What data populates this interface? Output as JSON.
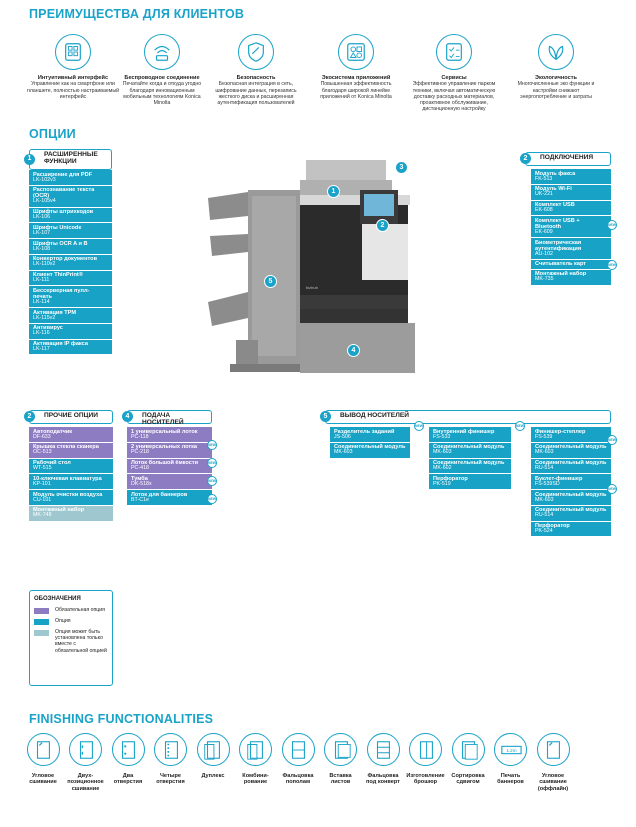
{
  "benefits": {
    "title": "ПРЕИМУЩЕСТВА ДЛЯ КЛИЕНТОВ",
    "items": [
      {
        "icon": "interface-icon",
        "title": "Интуитивный интерфейс",
        "desc": "Управление как на смартфоне или планшете, полностью настраиваемый интерфейс"
      },
      {
        "icon": "wireless-icon",
        "title": "Беспроводное соединение",
        "desc": "Печатайте когда и откуда угодно благодаря инновационным мобильным технологиям Konica Minolta"
      },
      {
        "icon": "shield-icon",
        "title": "Безопасность",
        "desc": "Безопасная интеграция в сеть, шифрование данных, перезапись жесткого диска и расширенная аутентификация пользователей"
      },
      {
        "icon": "apps-icon",
        "title": "Экосистема приложений",
        "desc": "Повышенная эффективность благодаря широкой линейке приложений от Konica Minolta"
      },
      {
        "icon": "checklist-icon",
        "title": "Сервисы",
        "desc": "Эффективное управление парком техники, включая автоматическую доставку расходных материалов, проактивное обслуживание, дистанционную настройку"
      },
      {
        "icon": "leaf-icon",
        "title": "Экологичность",
        "desc": "Многочисленные эко функции и настройки снижают энергопотребление и затраты"
      }
    ]
  },
  "options": {
    "title": "ОПЦИИ",
    "g1": {
      "num": "1",
      "title": "РАСШИРЕННЫЕ ФУНКЦИИ",
      "items": [
        {
          "name": "Расширение для PDF",
          "code": "LK-102v3"
        },
        {
          "name": "Распознавание текста (OCR)",
          "code": "LK-105v4"
        },
        {
          "name": "Шрифты штрихкодов",
          "code": "LK-106"
        },
        {
          "name": "Шрифты Unicode",
          "code": "LK-107"
        },
        {
          "name": "Шрифты OCR A и B",
          "code": "LK-108"
        },
        {
          "name": "Конвертор документов",
          "code": "LK-110v2"
        },
        {
          "name": "Клиент ThinPrint®",
          "code": "LK-111"
        },
        {
          "name": "Бессерверная пулл-печать",
          "code": "LK-114"
        },
        {
          "name": "Активация TPM",
          "code": "LK-115v2"
        },
        {
          "name": "Антивирус",
          "code": "LK-116"
        },
        {
          "name": "Активация IP факса",
          "code": "LK-117"
        }
      ]
    },
    "g2conn": {
      "num": "2",
      "title": "ПОДКЛЮЧЕНИЯ",
      "items": [
        {
          "name": "Модуль факса",
          "code": "FK-513"
        },
        {
          "name": "Модуль Wi-Fi",
          "code": "UK-221"
        },
        {
          "name": "Комплект USB",
          "code": "EK-608"
        },
        {
          "name": "Комплект USB + Bluetooth",
          "code": "EK-609"
        },
        {
          "name": "Биометрическая аутентификация",
          "code": "AU-102"
        },
        {
          "name": "Считыватель карт",
          "code": ""
        },
        {
          "name": "Монтажный набор",
          "code": "MK-735"
        }
      ]
    },
    "g2other": {
      "num": "2",
      "title": "ПРОЧИЕ ОПЦИИ",
      "items": [
        {
          "name": "Автоподатчик",
          "code": "DF-633",
          "kind": "purple"
        },
        {
          "name": "Крышка стекла сканера",
          "code": "OC-513",
          "kind": "purple"
        },
        {
          "name": "Рабочий стол",
          "code": "WT-515",
          "kind": "cyan"
        },
        {
          "name": "10-ключевая клавиатура",
          "code": "KP-101",
          "kind": "cyan"
        },
        {
          "name": "Модуль очистки воздуха",
          "code": "CU-101",
          "kind": "cyan"
        },
        {
          "name": "Монтажный набор",
          "code": "MK-748",
          "kind": "grey"
        }
      ]
    },
    "g4": {
      "num": "4",
      "title": "ПОДАЧА НОСИТЕЛЕЙ",
      "items": [
        {
          "name": "1 универсальный лоток",
          "code": "PC-118",
          "kind": "purple"
        },
        {
          "name": "2 универсальных лотка",
          "code": "PC-218",
          "kind": "purple"
        },
        {
          "name": "Лоток большой ёмкости",
          "code": "PC-418",
          "kind": "purple"
        },
        {
          "name": "Тумба",
          "code": "DK-518x",
          "kind": "purple"
        },
        {
          "name": "Лоток для баннеров",
          "code": "BT-C1e",
          "kind": "cyan"
        }
      ]
    },
    "g5": {
      "num": "5",
      "title": "ВЫВОД НОСИТЕЛЕЙ",
      "colA": [
        {
          "name": "Разделитель заданий",
          "code": "JS-506"
        },
        {
          "name": "Соединительный модуль",
          "code": "MK-603"
        }
      ],
      "colB": [
        {
          "name": "Внутренний финишер",
          "code": "FS-533"
        },
        {
          "name": "Соединительный модуль",
          "code": "MK-603"
        },
        {
          "name": "Соединительный модуль",
          "code": "MK-602"
        },
        {
          "name": "Перфоратор",
          "code": "PK-519"
        }
      ],
      "colC": [
        {
          "name": "Финишер-степлер",
          "code": "FS-539"
        },
        {
          "name": "Соединительный модуль",
          "code": "MK-603"
        },
        {
          "name": "Соединительный модуль",
          "code": "RU-514"
        },
        {
          "name": "Буклет-финишер",
          "code": "FS-539SD"
        },
        {
          "name": "Соединительный модуль",
          "code": "MK-603"
        },
        {
          "name": "Соединительный модуль",
          "code": "RU-514"
        },
        {
          "name": "Перфоратор",
          "code": "PK-524"
        }
      ]
    },
    "printer_label": "bizhub"
  },
  "legend": {
    "title": "ОБОЗНАЧЕНИЯ",
    "items": [
      {
        "text": "Обязательная опция",
        "color": "#8e7cc3"
      },
      {
        "text": "Опция",
        "color": "#17a2c6"
      },
      {
        "text": "Опция может быть установлена только вместе с обязательной опцией",
        "color": "#9fc7d0"
      }
    ]
  },
  "new_badge": "NEW",
  "finishing": {
    "title": "FINISHING FUNCTIONALITIES",
    "items": [
      {
        "icon": "corner-staple-icon",
        "label": "Угловое сшивание"
      },
      {
        "icon": "two-position-staple-icon",
        "label": "Двух-позиционное сшивание"
      },
      {
        "icon": "two-holes-icon",
        "label": "Два отверстия"
      },
      {
        "icon": "four-holes-icon",
        "label": "Четыре отверстия"
      },
      {
        "icon": "duplex-icon",
        "label": "Дуплекс"
      },
      {
        "icon": "combine-icon",
        "label": "Комбини-рование"
      },
      {
        "icon": "half-fold-icon",
        "label": "Фальцовка пополам"
      },
      {
        "icon": "insert-sheets-icon",
        "label": "Вставка листов"
      },
      {
        "icon": "letter-fold-icon",
        "label": "Фальцовка под конверт"
      },
      {
        "icon": "booklet-icon",
        "label": "Изготовление брошюр"
      },
      {
        "icon": "offset-sort-icon",
        "label": "Сортировка сдвигом"
      },
      {
        "icon": "banner-icon",
        "label": "Печать баннеров",
        "text": "1.2m"
      },
      {
        "icon": "offline-staple-icon",
        "label": "Угловое сшивание (оффлайн)"
      }
    ]
  },
  "colors": {
    "accent": "#1aa3c9",
    "required": "#8e7cc3",
    "option": "#17a2c6",
    "conditional": "#9fc7d0"
  }
}
